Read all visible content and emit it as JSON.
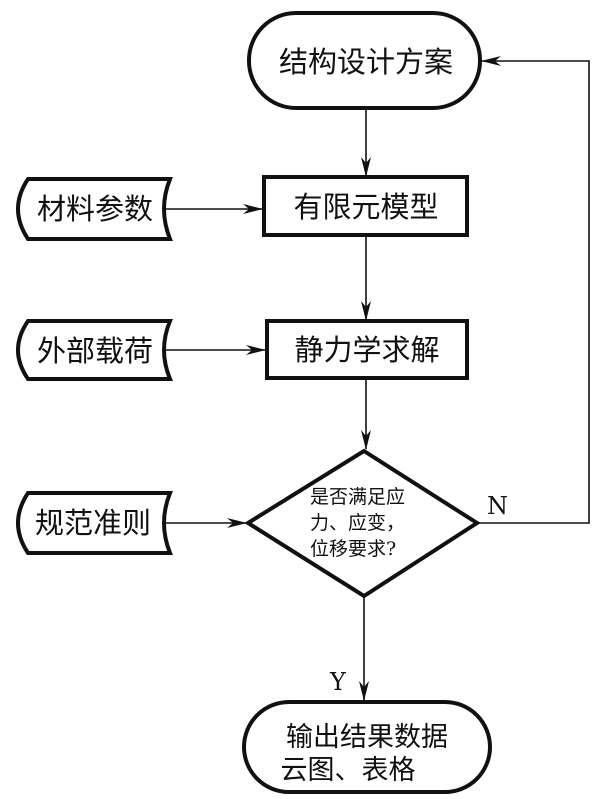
{
  "diagram": {
    "type": "flowchart",
    "nodes": {
      "start": {
        "kind": "terminal",
        "lines": [
          "结构设计方案"
        ]
      },
      "fem_model": {
        "kind": "process",
        "lines": [
          "有限元模型"
        ]
      },
      "static_solve": {
        "kind": "process",
        "lines": [
          "静力学求解"
        ]
      },
      "check": {
        "kind": "decision",
        "lines": [
          "是否满足应",
          "力、应变，",
          "位移要求?"
        ]
      },
      "output": {
        "kind": "terminal",
        "lines": [
          "输出结果数据",
          "云图、表格"
        ]
      },
      "material_params": {
        "kind": "input",
        "lines": [
          "材料参数"
        ]
      },
      "external_loads": {
        "kind": "input",
        "lines": [
          "外部载荷"
        ]
      },
      "code_rules": {
        "kind": "input",
        "lines": [
          "规范准则"
        ]
      }
    },
    "edges": [
      {
        "from": "start",
        "to": "fem_model",
        "label": ""
      },
      {
        "from": "material_params",
        "to": "fem_model",
        "label": ""
      },
      {
        "from": "fem_model",
        "to": "static_solve",
        "label": ""
      },
      {
        "from": "external_loads",
        "to": "static_solve",
        "label": ""
      },
      {
        "from": "static_solve",
        "to": "check",
        "label": ""
      },
      {
        "from": "code_rules",
        "to": "check",
        "label": ""
      },
      {
        "from": "check",
        "to": "output",
        "label": "Y"
      },
      {
        "from": "check",
        "to": "start",
        "label": "N"
      }
    ],
    "branch_labels": {
      "yes": "Y",
      "no": "N"
    },
    "colors": {
      "stroke": "#111111",
      "background": "#ffffff"
    }
  }
}
